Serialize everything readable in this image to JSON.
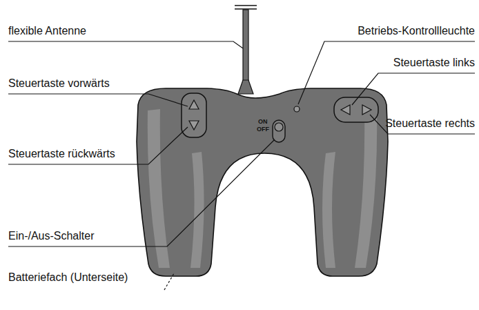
{
  "diagram": {
    "labels": [
      "flexible Antenne",
      "Betriebs-Kontrollleuchte",
      "Steuertaste links",
      "Steuertaste vorwärts",
      "Steuertaste rechts",
      "Steuertaste rückwärts",
      "ON",
      "OFF",
      "Ein-/Aus-Schalter",
      "Batteriefach (Unterseite)"
    ]
  }
}
